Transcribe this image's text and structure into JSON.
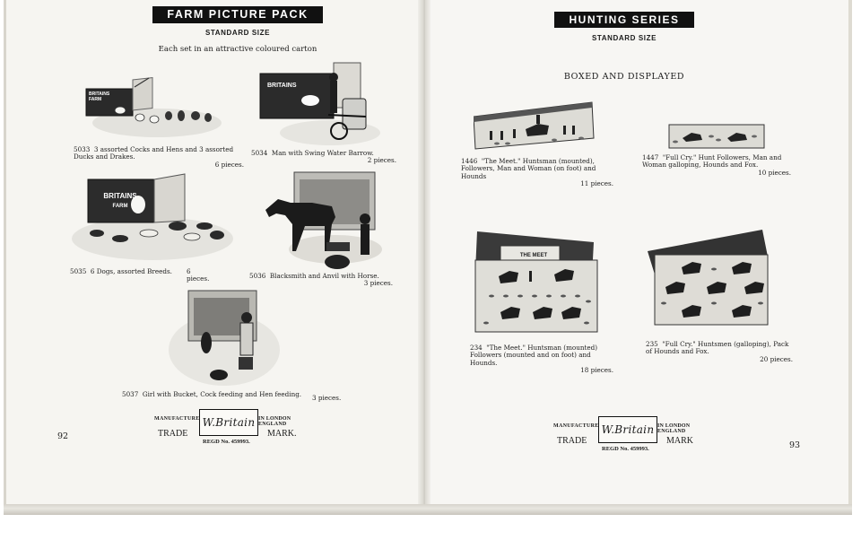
{
  "left_page": {
    "banner": "FARM PICTURE PACK",
    "subheading": "STANDARD SIZE",
    "note": "Each set in an attractive coloured carton",
    "items": [
      {
        "number": "5033",
        "text": "3 assorted Cocks and Hens and 3 assorted Ducks and Drakes.",
        "pieces": "6 pieces."
      },
      {
        "number": "5034",
        "text": "Man with Swing Water Barrow.",
        "pieces": "2 pieces."
      },
      {
        "number": "5035",
        "text": "6 Dogs, assorted Breeds.",
        "pieces": "6 pieces."
      },
      {
        "number": "5036",
        "text": "Blacksmith and Anvil with Horse.",
        "pieces": "3 pieces."
      },
      {
        "number": "5037",
        "text": "Girl with Bucket, Cock feeding and Hen feeding.",
        "pieces": "3 pieces."
      }
    ],
    "carton_labels": [
      "BRITAINS",
      "FARM",
      "BRITAINS",
      "BRITAINS",
      "FARM"
    ],
    "page_number": "92"
  },
  "right_page": {
    "banner": "HUNTING SERIES",
    "subheading": "STANDARD SIZE",
    "boxed_label": "BOXED AND DISPLAYED",
    "items": [
      {
        "number": "1446",
        "text": "\"The Meet.\" Huntsman (mounted), Followers, Man and Woman (on foot) and Hounds",
        "pieces": "11 pieces."
      },
      {
        "number": "1447",
        "text": "\"Full Cry.\" Hunt Followers, Man and Woman galloping, Hounds and Fox.",
        "pieces": "10 pieces."
      },
      {
        "number": "234",
        "text": "\"The Meet.\" Huntsman (mounted) Followers (mounted and on foot) and Hounds.",
        "pieces": "18 pieces."
      },
      {
        "number": "235",
        "text": "\"Full Cry.\" Huntsmen (galloping), Pack of Hounds and Fox.",
        "pieces": "20 pieces."
      }
    ],
    "box_lid_label": "THE MEET",
    "page_number": "93"
  },
  "trademark": {
    "manufactured_by": "MANUFACTURED BY",
    "logo": "W.Britain",
    "location": "IN LONDON ENGLAND",
    "trade": "TRADE",
    "mark": "MARK.",
    "mark_right": "MARK",
    "regd": "REGD No. 459993."
  }
}
